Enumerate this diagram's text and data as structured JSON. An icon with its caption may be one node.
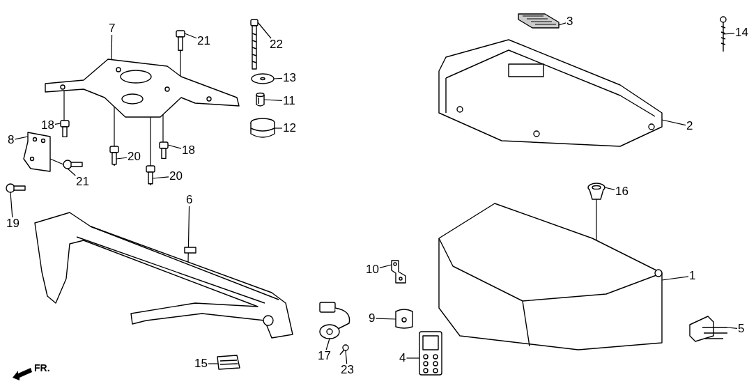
{
  "diagram": {
    "nodes": [
      {
        "text": [
          "7"
        ]
      },
      {
        "text": [
          "21"
        ]
      },
      {
        "text": [
          "22"
        ]
      },
      {
        "text": [
          "3"
        ]
      },
      {
        "text": [
          "14"
        ]
      },
      {
        "text": [
          "13"
        ]
      },
      {
        "text": [
          "11"
        ]
      },
      {
        "text": [
          "18"
        ]
      },
      {
        "text": [
          "12"
        ]
      },
      {
        "text": [
          "2"
        ]
      },
      {
        "text": [
          "8"
        ]
      },
      {
        "text": [
          "20"
        ]
      },
      {
        "text": [
          "18"
        ]
      },
      {
        "text": [
          "21"
        ]
      },
      {
        "text": [
          "20"
        ]
      },
      {
        "text": [
          "19"
        ]
      },
      {
        "text": [
          "16"
        ]
      },
      {
        "text": [
          "6"
        ]
      },
      {
        "text": [
          "10"
        ]
      },
      {
        "text": [
          "1"
        ]
      },
      {
        "text": [
          "9"
        ]
      },
      {
        "text": [
          "5"
        ]
      },
      {
        "text": [
          "17"
        ]
      },
      {
        "text": [
          "4"
        ]
      },
      {
        "text": [
          "23"
        ]
      },
      {
        "text": [
          "15"
        ]
      },
      {
        "text": [],
        "shape": "picture"
      },
      {
        "text": [],
        "shape": "picture"
      },
      {
        "text": [],
        "shape": "picture"
      },
      {
        "text": [],
        "shape": "picture"
      },
      {
        "text": [],
        "shape": "picture"
      },
      {
        "text": [],
        "shape": "picture"
      },
      {
        "text": [],
        "shape": "picture"
      },
      {
        "text": [],
        "shape": "picture"
      },
      {
        "text": [],
        "shape": "picture"
      },
      {
        "text": [],
        "shape": "picture"
      },
      {
        "text": [],
        "shape": "picture"
      },
      {
        "text": [],
        "shape": "picture"
      },
      {
        "text": [],
        "shape": "picture"
      },
      {
        "text": [],
        "shape": "picture"
      },
      {
        "text": [],
        "shape": "picture"
      },
      {
        "text": [],
        "shape": "picture"
      },
      {
        "text": [],
        "shape": "picture"
      },
      {
        "text": [],
        "shape": "picture"
      },
      {
        "text": [],
        "shape": "picture"
      },
      {
        "text": [],
        "shape": "picture"
      },
      {
        "text": [],
        "shape": "picture"
      },
      {
        "text": [],
        "shape": "picture"
      },
      {
        "text": [],
        "shape": "picture"
      },
      {
        "text": [],
        "shape": "picture"
      },
      {
        "text": [],
        "shape": "picture"
      },
      {
        "text": [],
        "shape": "picture"
      }
    ],
    "edges": [
      {
        "from": 0,
        "to": 26,
        "arrow": "none"
      },
      {
        "from": 1,
        "to": 27,
        "arrow": "none"
      },
      {
        "from": 2,
        "to": 28,
        "arrow": "none"
      },
      {
        "from": 3,
        "to": 29,
        "arrow": "none"
      },
      {
        "from": 4,
        "to": 30,
        "arrow": "none"
      },
      {
        "from": 5,
        "to": 31,
        "arrow": "none"
      },
      {
        "from": 6,
        "to": 32,
        "arrow": "none"
      },
      {
        "from": 7,
        "to": 33,
        "arrow": "none"
      },
      {
        "from": 8,
        "to": 34,
        "arrow": "none"
      },
      {
        "from": 9,
        "to": 35,
        "arrow": "none"
      },
      {
        "from": 10,
        "to": 36,
        "arrow": "none"
      },
      {
        "from": 11,
        "to": 37,
        "arrow": "none"
      },
      {
        "from": 12,
        "to": 38,
        "arrow": "none"
      },
      {
        "from": 13,
        "to": 39,
        "arrow": "none"
      },
      {
        "from": 14,
        "to": 40,
        "arrow": "none"
      },
      {
        "from": 15,
        "to": 41,
        "arrow": "none"
      },
      {
        "from": 16,
        "to": 42,
        "arrow": "none"
      },
      {
        "from": 17,
        "to": 43,
        "arrow": "none"
      },
      {
        "from": 18,
        "to": 44,
        "arrow": "none"
      },
      {
        "from": 19,
        "to": 45,
        "arrow": "none"
      },
      {
        "from": 20,
        "to": 46,
        "arrow": "none"
      },
      {
        "from": 21,
        "to": 47,
        "arrow": "none"
      },
      {
        "from": 22,
        "to": 48,
        "arrow": "none"
      },
      {
        "from": 23,
        "to": 49,
        "arrow": "none"
      },
      {
        "from": 24,
        "to": 50,
        "arrow": "none"
      },
      {
        "from": 25,
        "to": 51,
        "arrow": "none"
      },
      {
        "from": 27,
        "to": 26,
        "arrow": "none"
      },
      {
        "from": 33,
        "to": 26,
        "arrow": "none"
      },
      {
        "from": 37,
        "to": 26,
        "arrow": "none"
      },
      {
        "from": 38,
        "to": 26,
        "arrow": "none"
      },
      {
        "from": 40,
        "to": 26,
        "arrow": "none"
      },
      {
        "from": 39,
        "to": 36,
        "arrow": "none"
      },
      {
        "from": 42,
        "to": 45,
        "arrow": "none"
      }
    ],
    "labels": [
      "FR."
    ]
  }
}
